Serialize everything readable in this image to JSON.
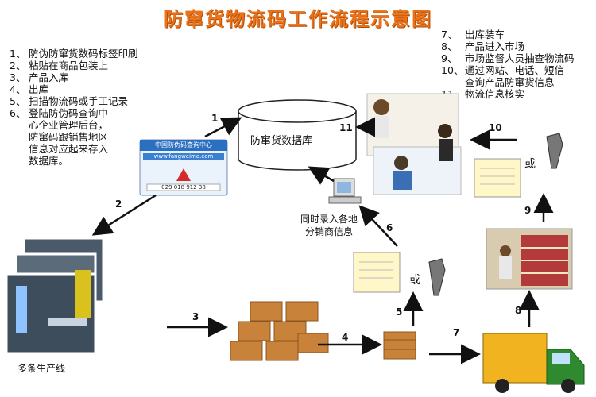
{
  "title": "防窜货物流码工作流程示意图",
  "left_steps": [
    {
      "num": "1、",
      "lines": [
        "防伪防窜货数码标签印刷"
      ]
    },
    {
      "num": "2、",
      "lines": [
        "粘贴在商品包装上"
      ]
    },
    {
      "num": "3、",
      "lines": [
        "产品入库"
      ]
    },
    {
      "num": "4、",
      "lines": [
        "出库"
      ]
    },
    {
      "num": "5、",
      "lines": [
        "扫描物流码或手工记录"
      ]
    },
    {
      "num": "6、",
      "lines": [
        "登陆防伪码查询中",
        "心企业管理后台，",
        "防窜码跟销售地区",
        "信息对应起来存入",
        "数据库。"
      ]
    }
  ],
  "right_steps": [
    {
      "num": "7、",
      "lines": [
        "出库装车"
      ]
    },
    {
      "num": "8、",
      "lines": [
        "产品进入市场"
      ]
    },
    {
      "num": "9、",
      "lines": [
        "市场监督人员抽查物流码"
      ]
    },
    {
      "num": "10、",
      "lines": [
        "通过网站、电话、短信",
        "查询产品防窜货信息"
      ]
    },
    {
      "num": "11、",
      "lines": [
        "物流信息核实"
      ]
    }
  ],
  "database_label": "防窜货数据库",
  "computer_label": [
    "同时录入各地",
    "分销商信息"
  ],
  "production_label": "多条生产线",
  "or_label": "或",
  "label_card": {
    "header": "中国防伪码查询中心",
    "url": "www.fangweima.com",
    "code": "029 018 912 38"
  },
  "edge_labels": [
    "1",
    "2",
    "3",
    "4",
    "5",
    "6",
    "7",
    "8",
    "9",
    "10",
    "11"
  ],
  "colors": {
    "title": "#e8731c",
    "truck": "#f2b320",
    "box": "#c8823a",
    "card": "#2a6fc0"
  }
}
